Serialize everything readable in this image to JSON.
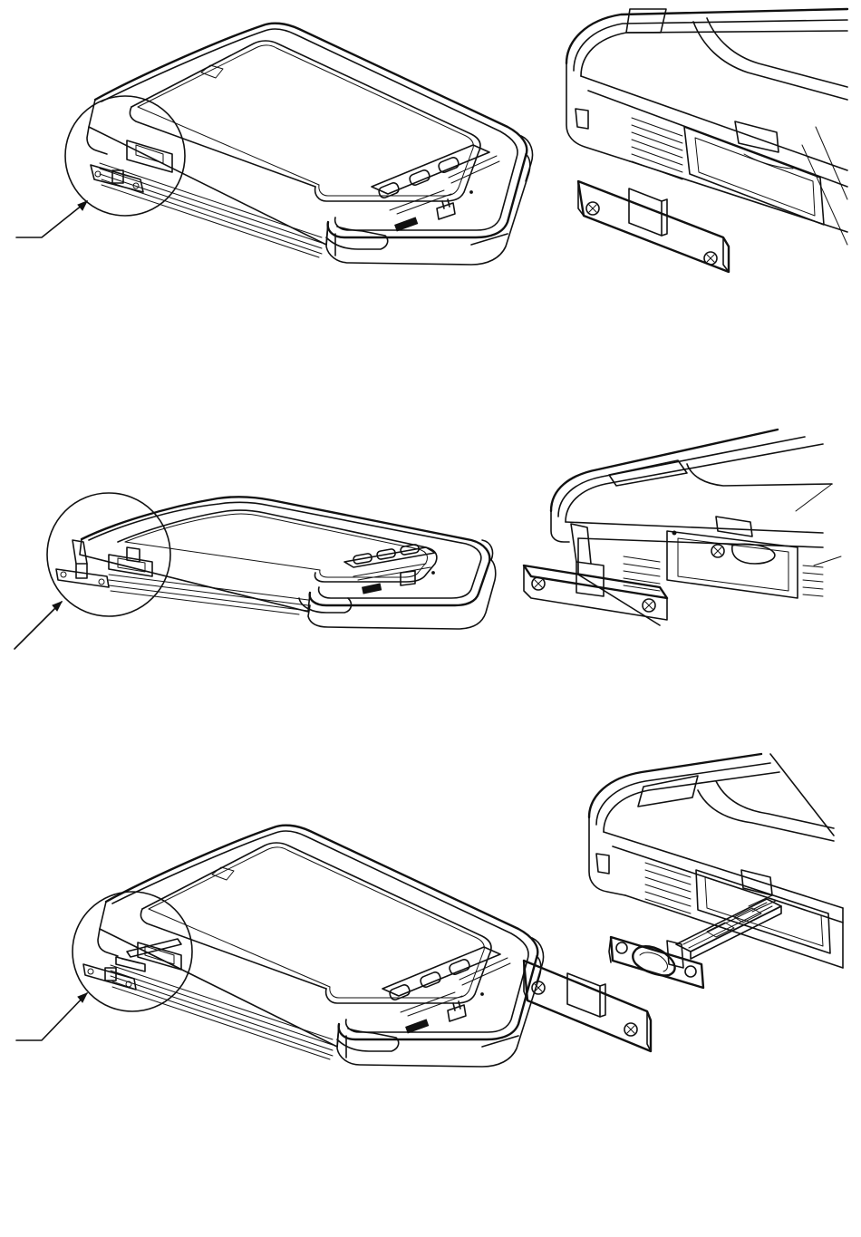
{
  "figure": {
    "steps": [
      {
        "id": "step-1",
        "state": "cover-closed"
      },
      {
        "id": "step-2",
        "state": "cover-opened"
      },
      {
        "id": "step-3",
        "state": "card-tray-removed"
      }
    ],
    "colors": {
      "ink": "#111111",
      "paper": "#ffffff"
    }
  }
}
